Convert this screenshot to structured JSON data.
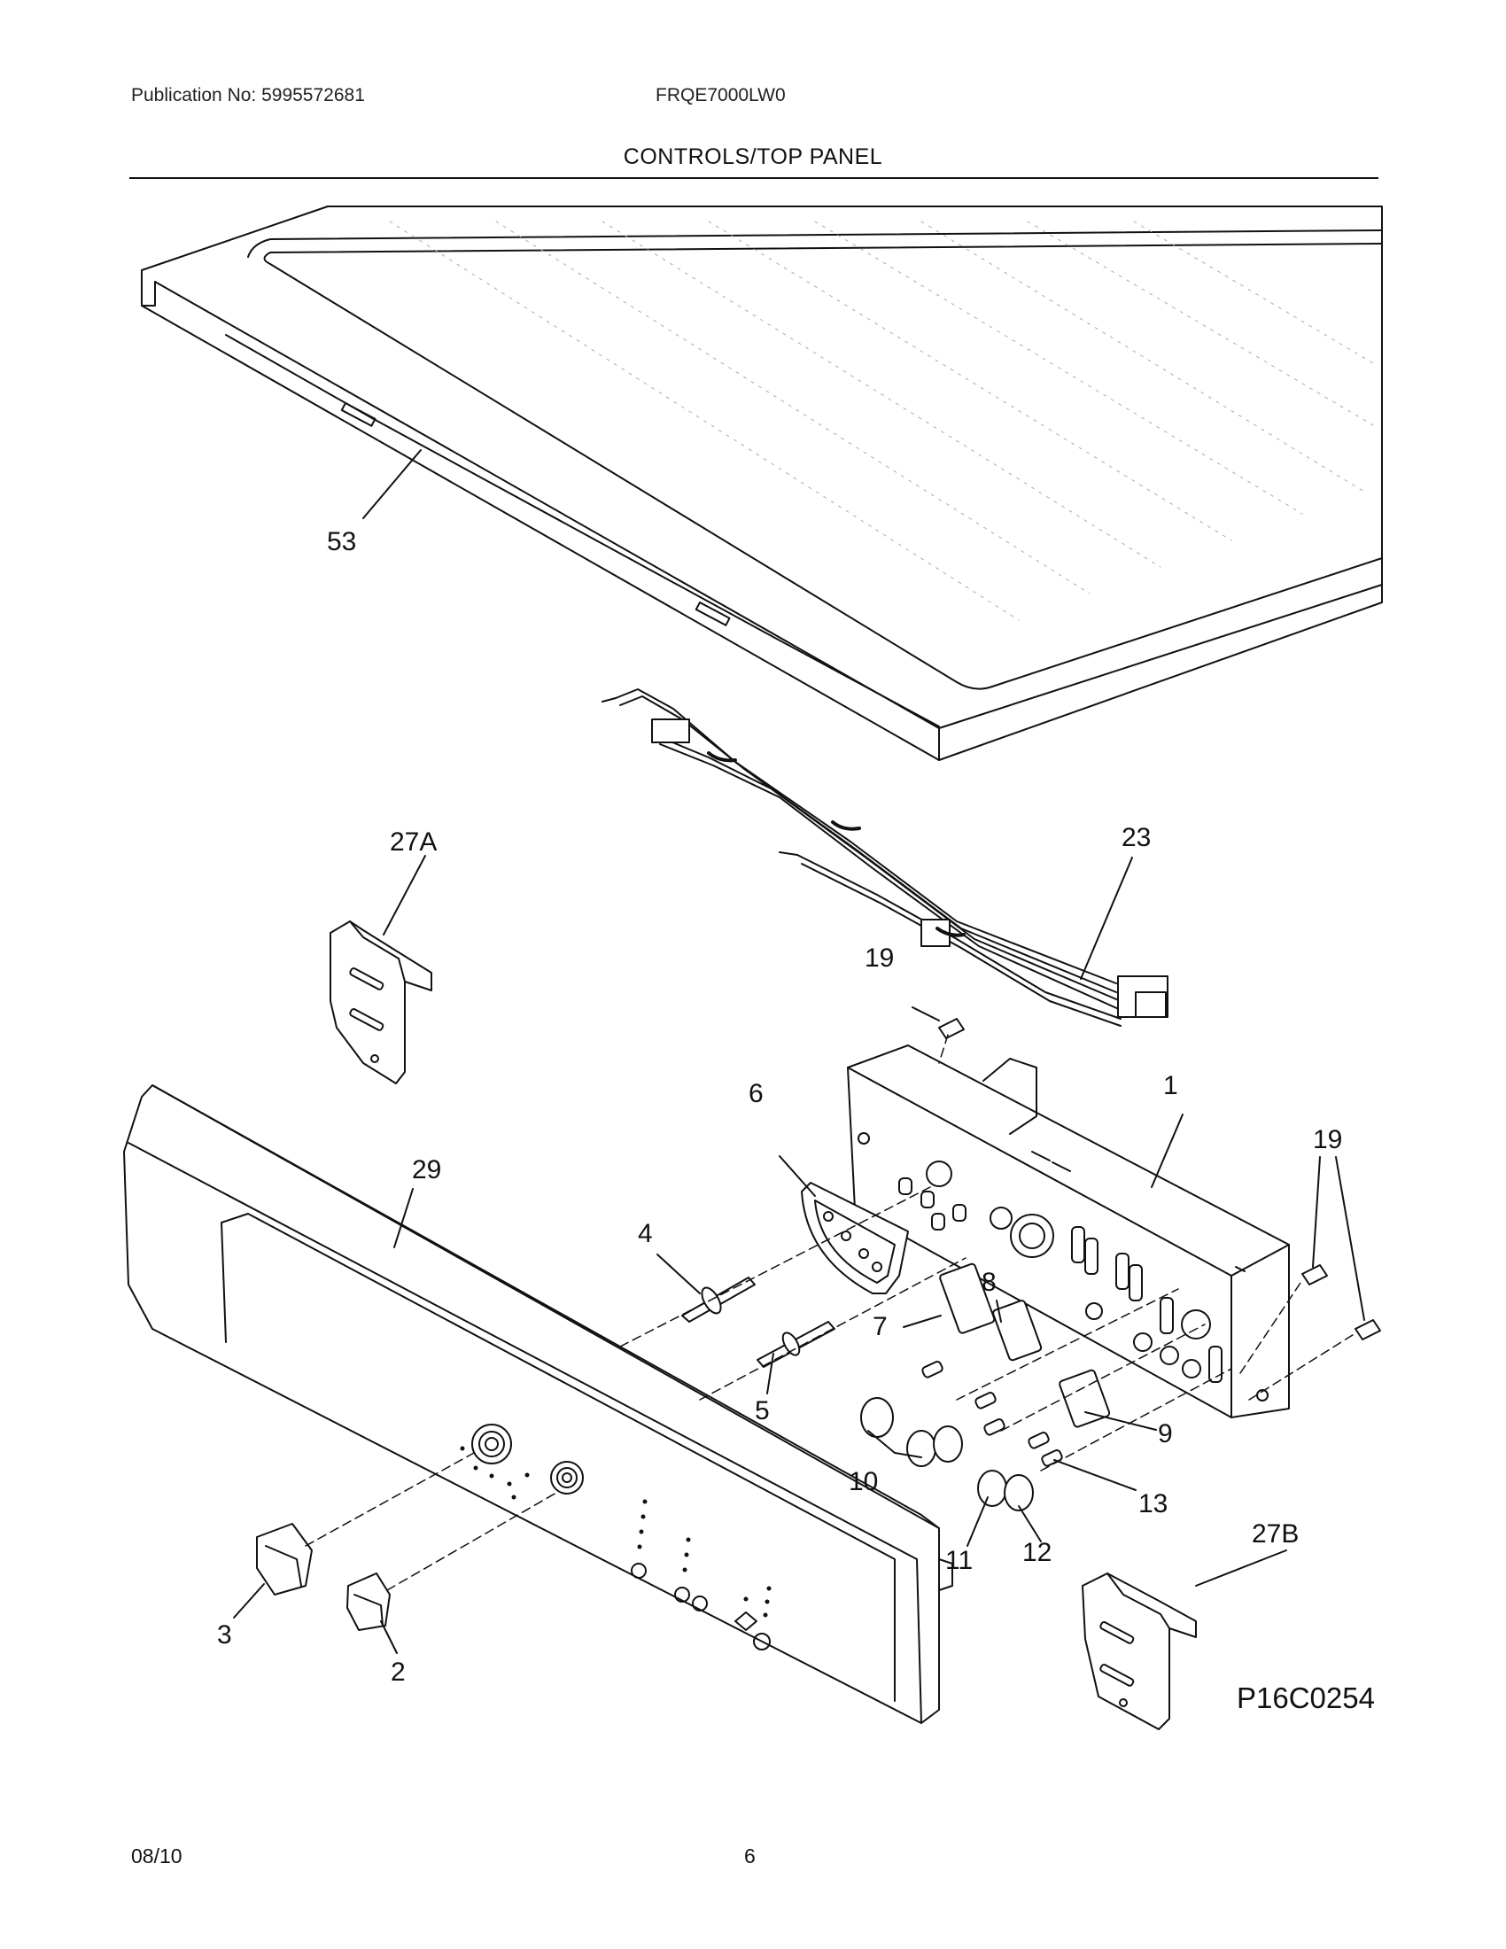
{
  "header": {
    "publication": "Publication No: 5995572681",
    "model": "FRQE7000LW0",
    "section_title": "CONTROLS/TOP PANEL"
  },
  "diagram": {
    "figure_code": "P16C0254",
    "callouts": {
      "c53": "53",
      "c23": "23",
      "c27a": "27A",
      "c19a": "19",
      "c19b": "19",
      "c1": "1",
      "c6": "6",
      "c29": "29",
      "c4": "4",
      "c8": "8",
      "c7": "7",
      "c5": "5",
      "c9": "9",
      "c10": "10",
      "c13": "13",
      "c27b": "27B",
      "c11": "11",
      "c12": "12",
      "c3": "3",
      "c2": "2"
    }
  },
  "footer": {
    "date": "08/10",
    "page": "6"
  }
}
